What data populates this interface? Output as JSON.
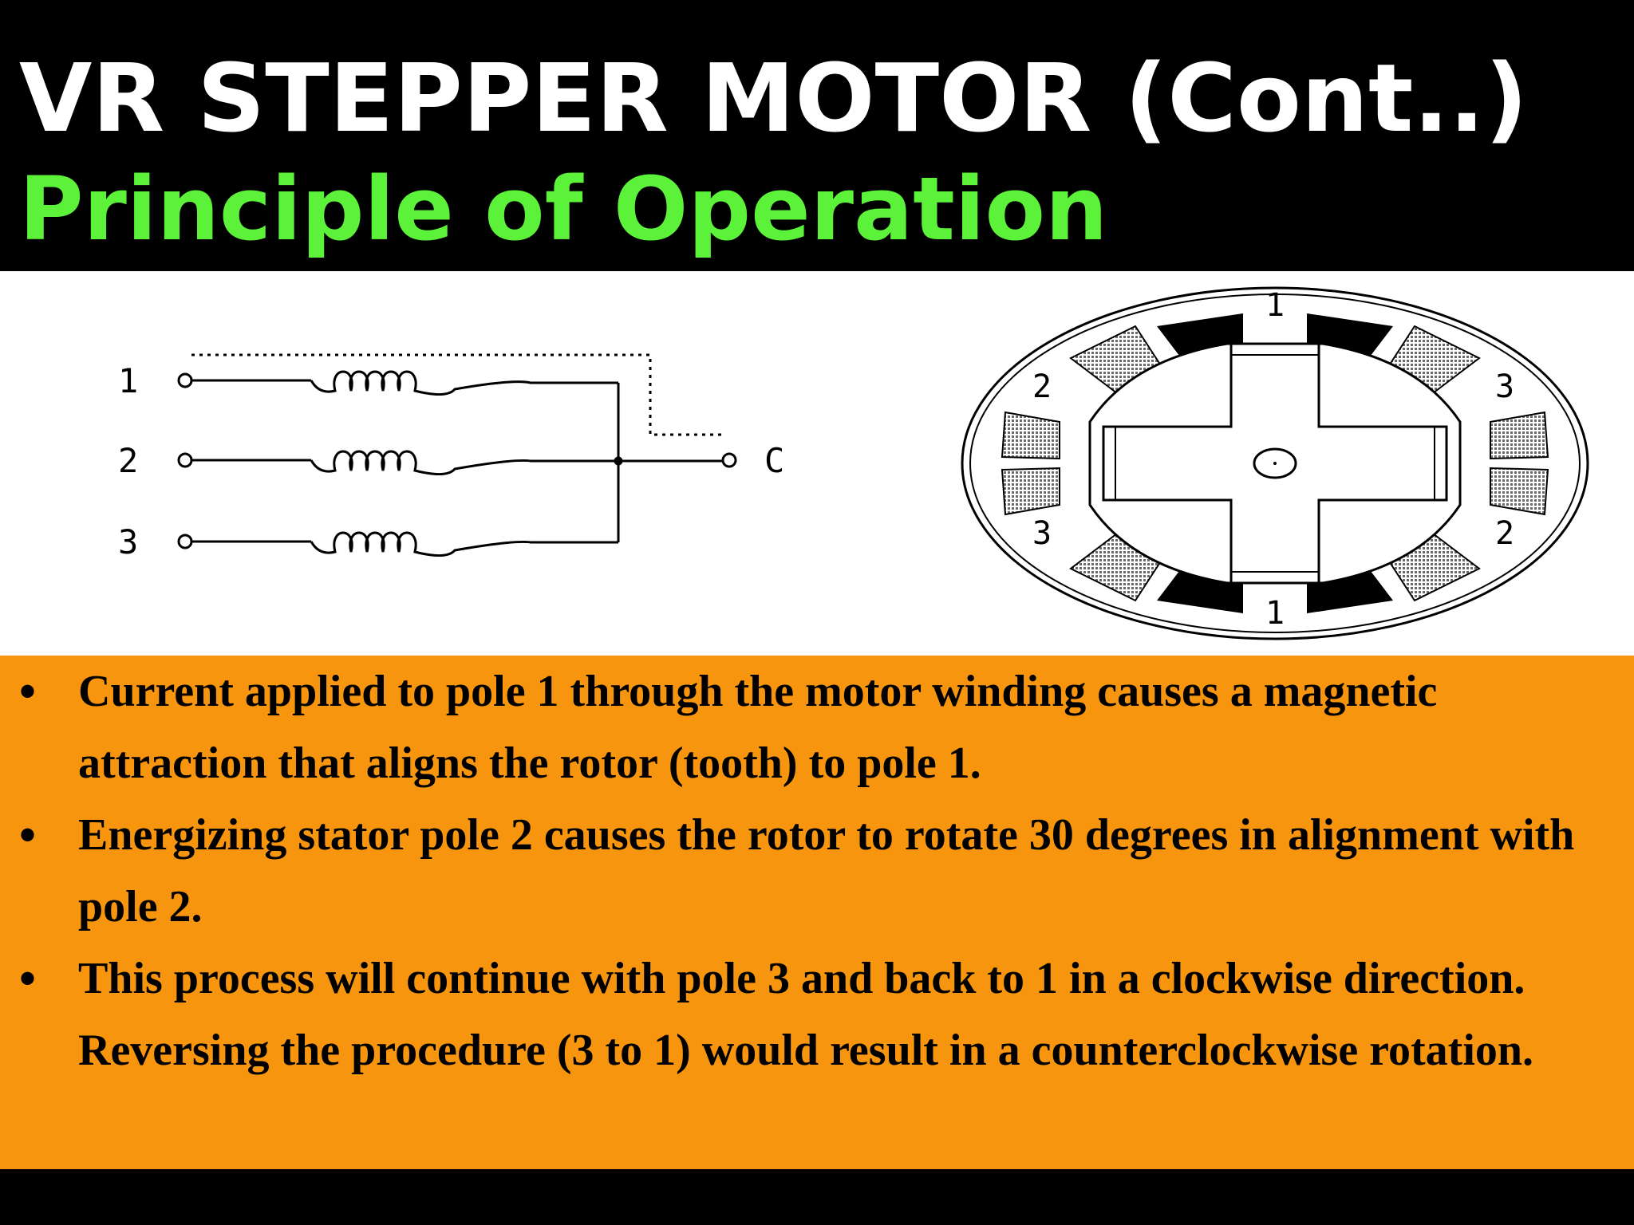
{
  "slide": {
    "title": "VR STEPPER MOTOR (Cont..)",
    "subtitle": "Principle of Operation"
  },
  "colors": {
    "title": "#ffffff",
    "subtitle": "#5cf23a",
    "header_background": "#000000",
    "text_background": "#f7960e",
    "figure_background": "#ffffff"
  },
  "wiring_diagram": {
    "terminals": [
      "1",
      "2",
      "3"
    ],
    "common": "C"
  },
  "motor_diagram": {
    "pole_labels": [
      "1",
      "2",
      "3",
      "3",
      "2",
      "1"
    ]
  },
  "bullets": [
    "Current applied to pole 1 through the motor winding causes a magnetic attraction that aligns the rotor (tooth) to pole 1.",
    "Energizing stator pole 2 causes the rotor to rotate 30 degrees in alignment with pole 2.",
    "This process will continue with pole 3 and back to 1 in a clockwise direction. Reversing the procedure (3 to 1) would  result in a counterclockwise rotation."
  ],
  "bullet_symbol": "•"
}
